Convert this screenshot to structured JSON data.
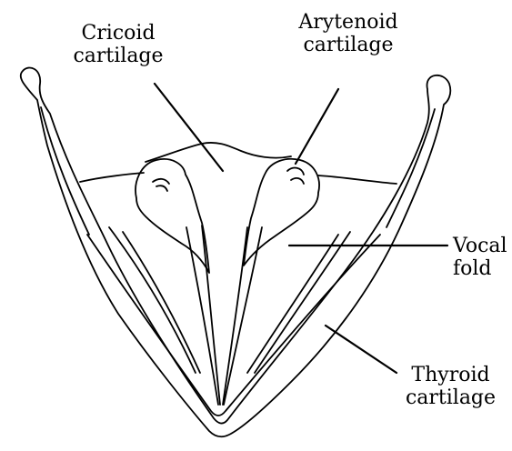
{
  "labels": {
    "cricoid": {
      "line1": "Cricoid",
      "line2": "cartilage"
    },
    "arytenoid": {
      "line1": "Arytenoid",
      "line2": "cartilage"
    },
    "vocal_fold": {
      "line1": "Vocal",
      "line2": "fold"
    },
    "thyroid": {
      "line1": "Thyroid",
      "line2": "cartilage"
    }
  },
  "colors": {
    "ink": "#000000",
    "background": "#ffffff"
  }
}
